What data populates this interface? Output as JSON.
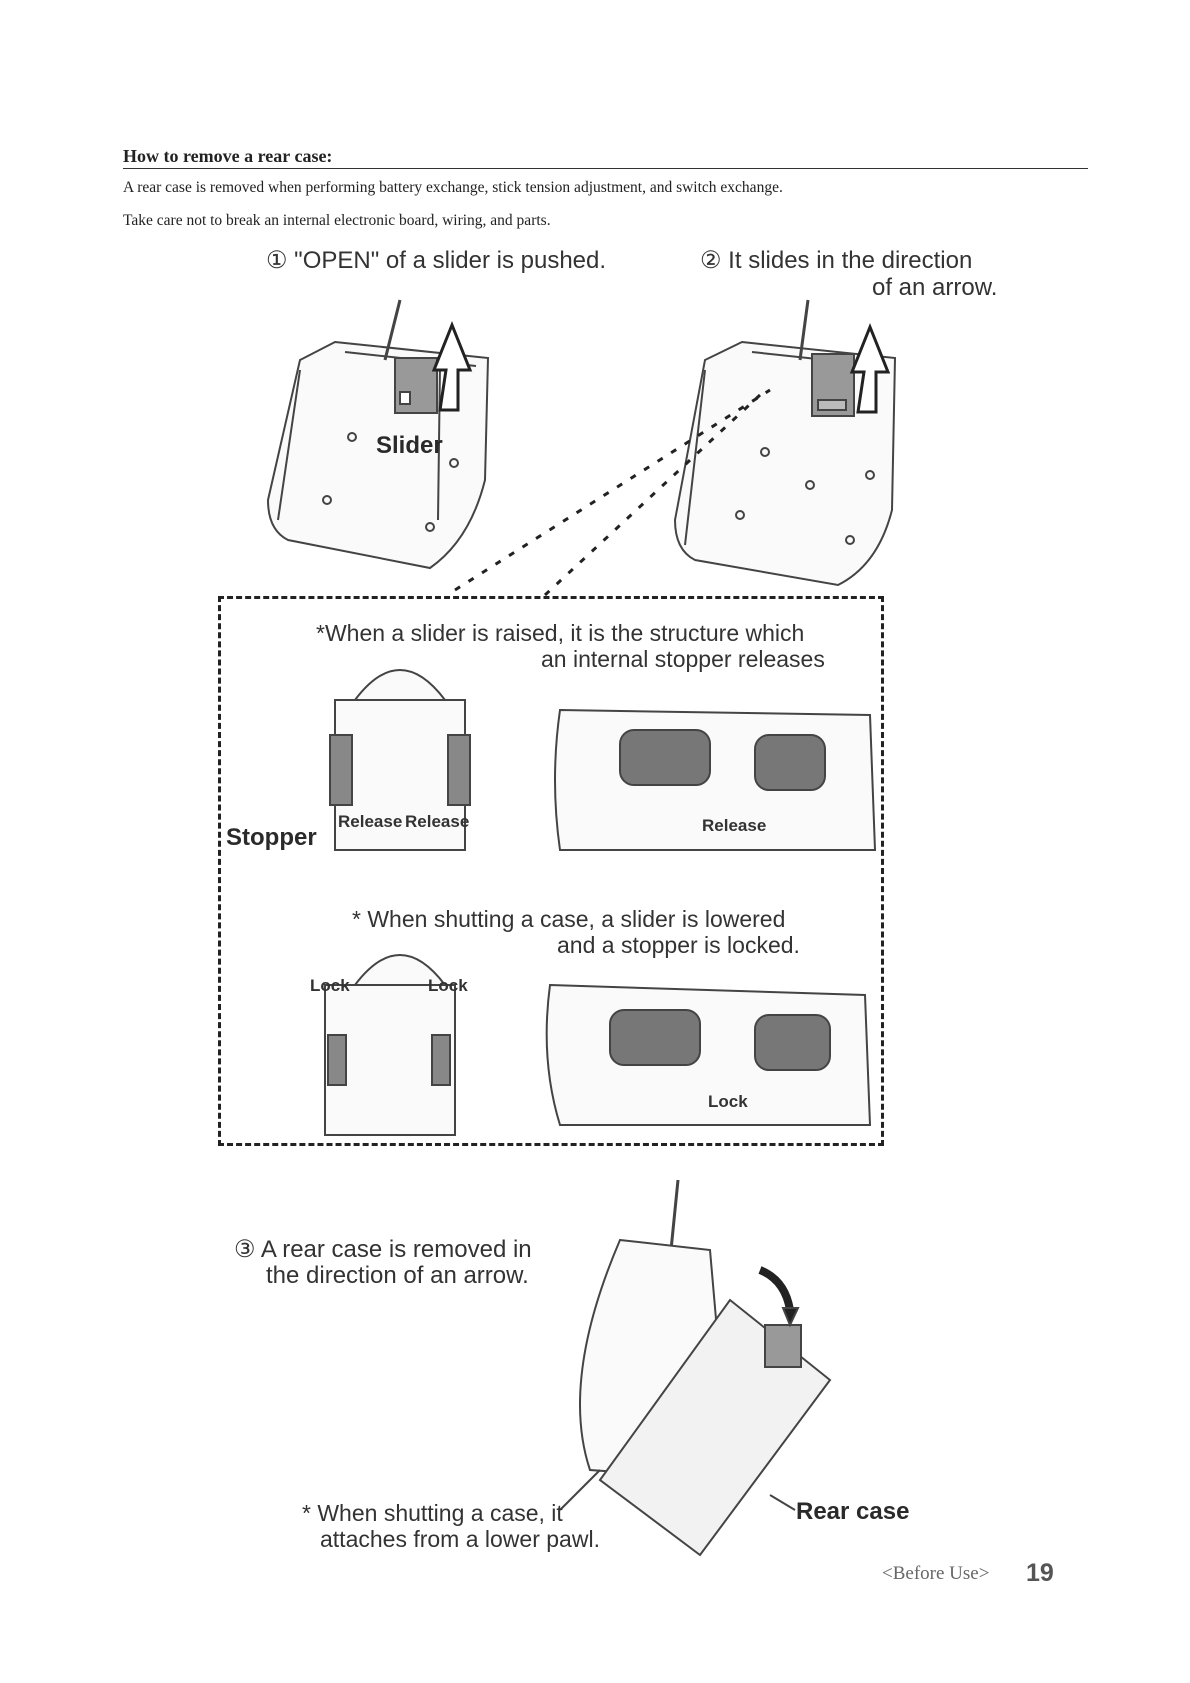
{
  "header": {
    "section_title": "How to remove a rear case:",
    "intro_line_1": "A rear case is removed when performing battery exchange, stick tension adjustment, and switch exchange.",
    "intro_line_2": "Take care not to break an internal electronic board, wiring, and parts."
  },
  "steps": {
    "step1": "① \"OPEN\" of a slider is pushed.",
    "step2_line1": "② It slides in the direction",
    "step2_line2": "of an arrow.",
    "step3_line1": "③ A rear case is removed in",
    "step3_line2": "the direction of an arrow."
  },
  "labels": {
    "slider": "Slider",
    "stopper": "Stopper",
    "release": "Release",
    "lock": "Lock",
    "rear_case": "Rear case"
  },
  "notes": {
    "raised_line1": "*When a slider is raised, it is the structure which",
    "raised_line2": "an internal stopper releases",
    "shutting_line1": "* When shutting a case, a slider is lowered",
    "shutting_line2": "and a stopper is locked.",
    "pawl_line1": "* When shutting a case, it",
    "pawl_line2": "attaches from a lower pawl."
  },
  "footer": {
    "section": "<Before Use>",
    "page_number": "19"
  }
}
